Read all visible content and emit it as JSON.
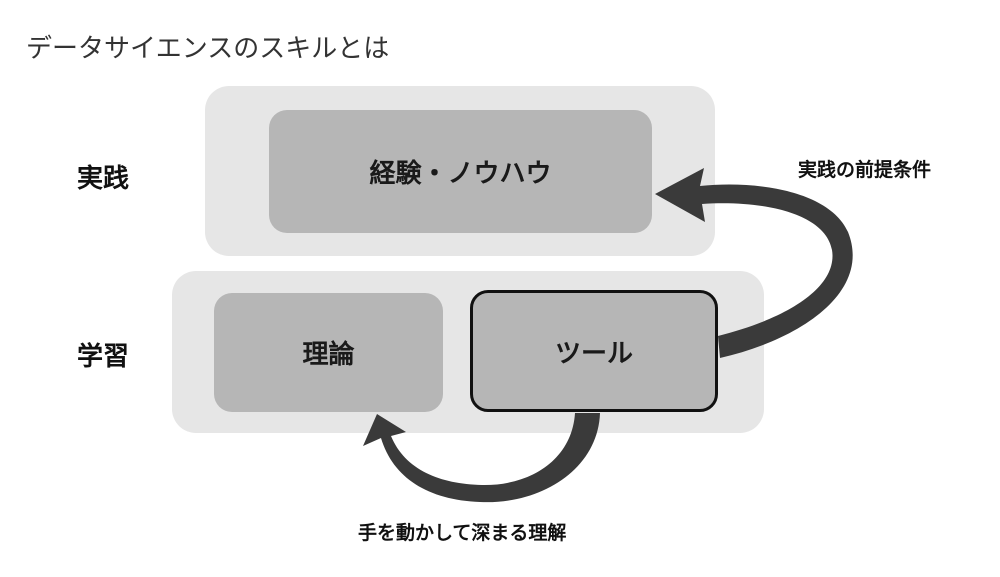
{
  "title": "データサイエンスのスキルとは",
  "rows": {
    "practice": "実践",
    "learning": "学習"
  },
  "boxes": {
    "experience": "経験・ノウハウ",
    "theory": "理論",
    "tool": "ツール"
  },
  "notes": {
    "practice_premise": "実践の前提条件",
    "deep_understanding": "手を動かして深まる理解"
  },
  "colors": {
    "band": "#e6e6e6",
    "box": "#b6b6b6",
    "arrow": "#3a3a3a"
  }
}
